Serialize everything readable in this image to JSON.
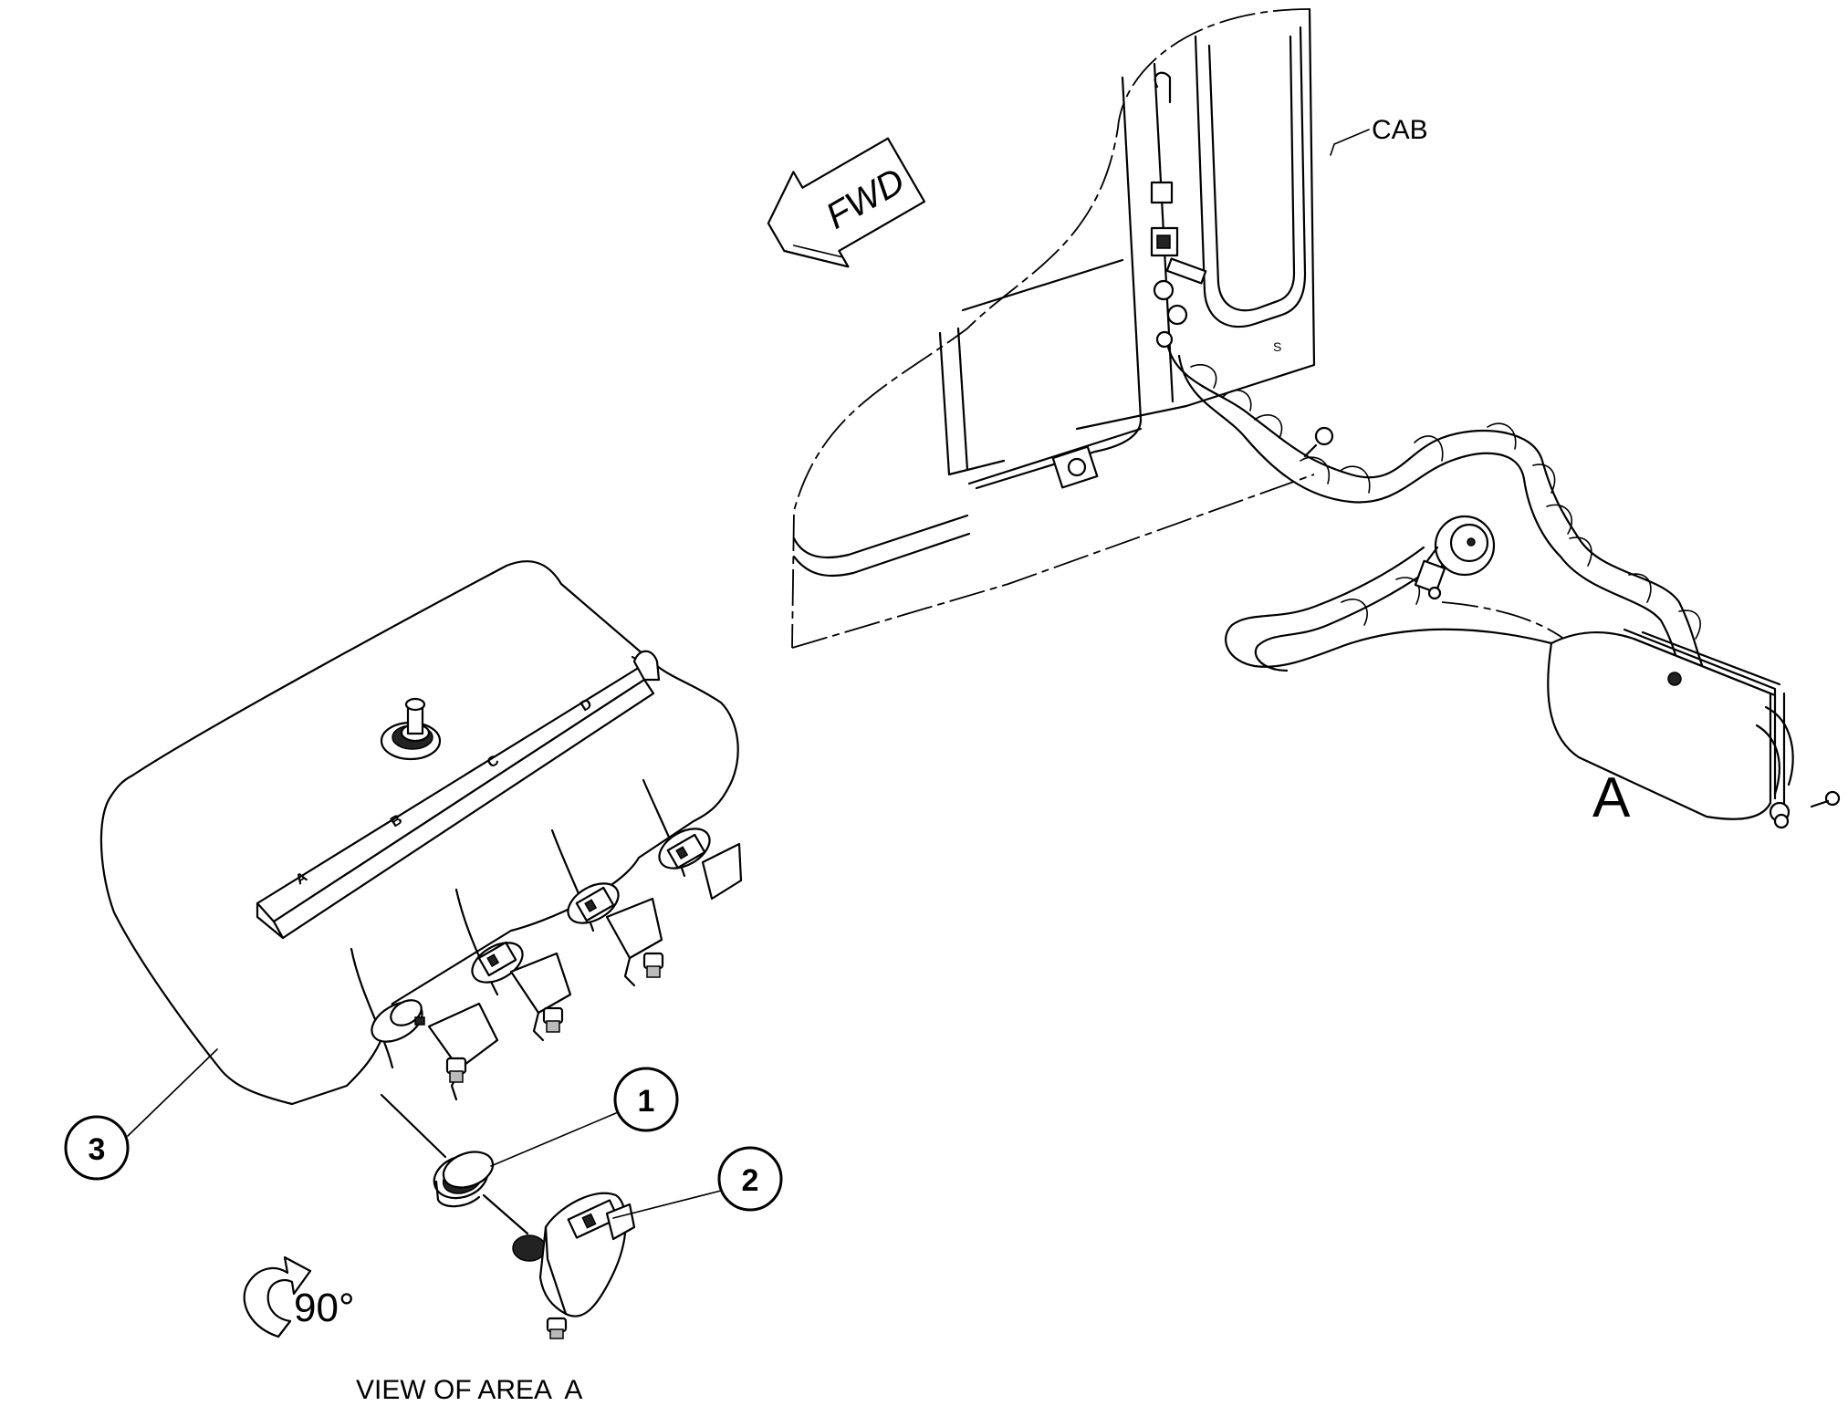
{
  "labels": {
    "cab": "CAB",
    "fwd": "FWD",
    "area_marker": "A",
    "view_caption": "VIEW OF AREA  A",
    "rotation": "90°"
  },
  "callouts": [
    {
      "id": "1"
    },
    {
      "id": "2"
    },
    {
      "id": "3"
    }
  ],
  "connector_letters": [
    "A",
    "B",
    "C",
    "D"
  ]
}
